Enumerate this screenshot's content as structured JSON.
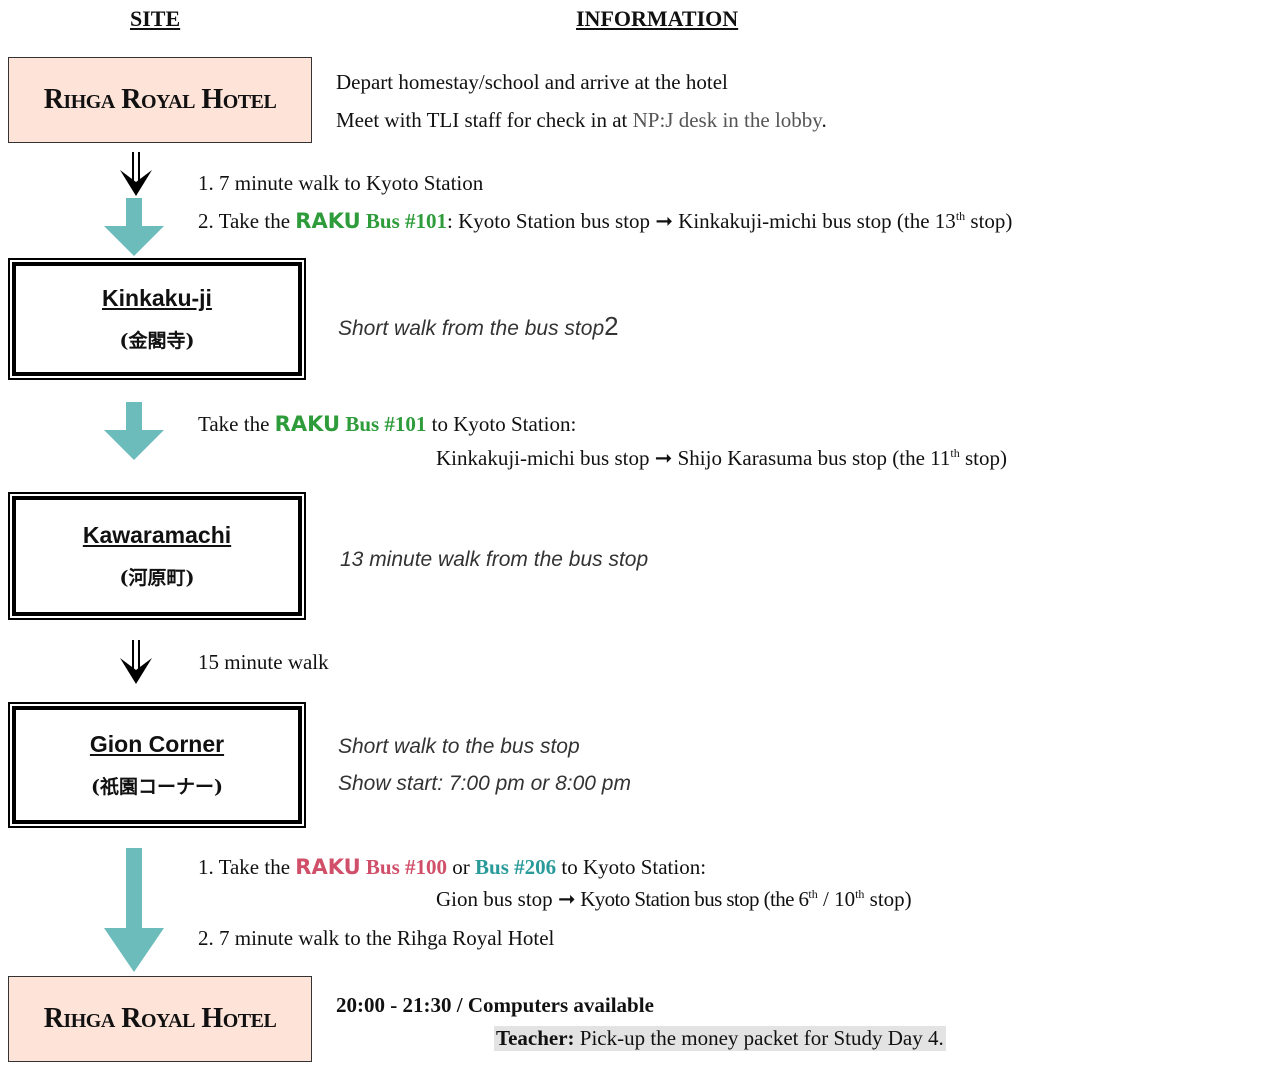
{
  "header": {
    "site": "SITE",
    "information": "INFORMATION"
  },
  "hotel_logo": "Rihga Royal Hotel",
  "step1": {
    "line1": "Depart homestay/school and arrive at the hotel",
    "line2_a": "Meet with TLI staff for check in at ",
    "line2_b": "NP:J desk in the lobby",
    "line2_c": "."
  },
  "transit1": {
    "line1": "1. 7 minute walk to Kyoto Station",
    "line2_a": "2. Take the ",
    "raku": "RAKU",
    "bus": " Bus #101",
    "line2_b": ": Kyoto Station bus stop ",
    "arrow": "➞",
    "line2_c": " Kinkakuji-michi bus stop (the 13",
    "sup": "th",
    "line2_d": " stop)"
  },
  "site1": {
    "name": "Kinkaku-ji",
    "jp": "(金閣寺)",
    "info": "Short walk from the bus stop",
    "trail": "2"
  },
  "transit2": {
    "line1_a": "Take the ",
    "raku": "RAKU",
    "bus": " Bus #101",
    "line1_b": " to Kyoto Station:",
    "line2_a": "Kinkakuji-michi bus stop ",
    "arrow": "➞",
    "line2_b": " Shijo Karasuma bus stop (the 11",
    "sup": "th",
    "line2_c": " stop)"
  },
  "site2": {
    "name": "Kawaramachi",
    "jp": "(河原町)",
    "info": "13 minute walk from the bus stop"
  },
  "transit3": {
    "line1": "15 minute walk"
  },
  "site3": {
    "name": "Gion Corner",
    "jp": "(祇園コーナー)",
    "info1": "Short walk to the bus stop",
    "info2": "Show start: 7:00 pm or 8:00 pm"
  },
  "transit4": {
    "line1_a": "1. Take the ",
    "raku": "RAKU",
    "bus1": " Bus #100",
    "or": " or ",
    "bus2": "Bus #206",
    "line1_b": " to Kyoto Station:",
    "line2_a": "Gion bus stop ",
    "arrow": "➞",
    "line2_b": " Kyoto Station bus stop (the 6",
    "sup1": "th",
    "line2_c": " / 10",
    "sup2": "th",
    "line2_d": " stop)",
    "line3": "2. 7 minute walk to the Rihga Royal Hotel"
  },
  "final": {
    "line1": "20:00 - 21:30 / Computers available",
    "teacher_label": "Teacher:",
    "teacher_text": " Pick-up the money packet for Study Day 4."
  },
  "colors": {
    "arrow_teal": "#6cbcbc",
    "hotel_bg": "#fde3d8",
    "raku_green": "#2e9c3a",
    "raku_pink": "#d0506a",
    "bus_teal": "#2a9a9a"
  }
}
